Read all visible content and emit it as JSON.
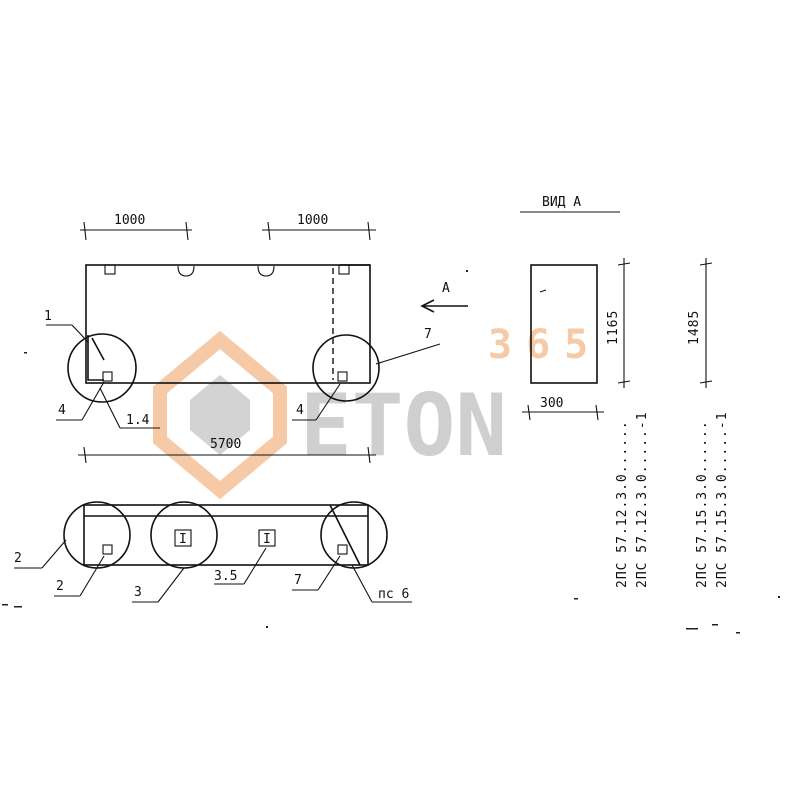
{
  "watermark": {
    "brand": "ETON",
    "number": "365",
    "colors": {
      "gray": "#9a9a9a",
      "orange": "#f0a060"
    }
  },
  "front_view": {
    "dim_left": "1000",
    "dim_right": "1000",
    "dim_overall": "5700",
    "section_arrow": "A",
    "callouts": {
      "label_1": "1",
      "label_4_left": "4",
      "label_1_4": "1.4",
      "label_4_right": "4",
      "label_7": "7"
    }
  },
  "plan_view": {
    "callouts": {
      "label_2_outer": "2",
      "label_2_inner": "2",
      "label_3": "3",
      "label_3_5": "3.5",
      "label_7": "7",
      "label_pos6": "пс 6"
    },
    "hook_marks": [
      "I",
      "I"
    ]
  },
  "view_a": {
    "title": "ВИД А",
    "dim_height": "1165",
    "dim_width": "300"
  },
  "dim_1485": "1485",
  "product_codes": [
    "2ПС 57.12.3.0......",
    "2ПС 57.12.3.0.....-1",
    "2ПС 57.15.3.0......",
    "2ПС 57.15.3.0.....-1"
  ]
}
